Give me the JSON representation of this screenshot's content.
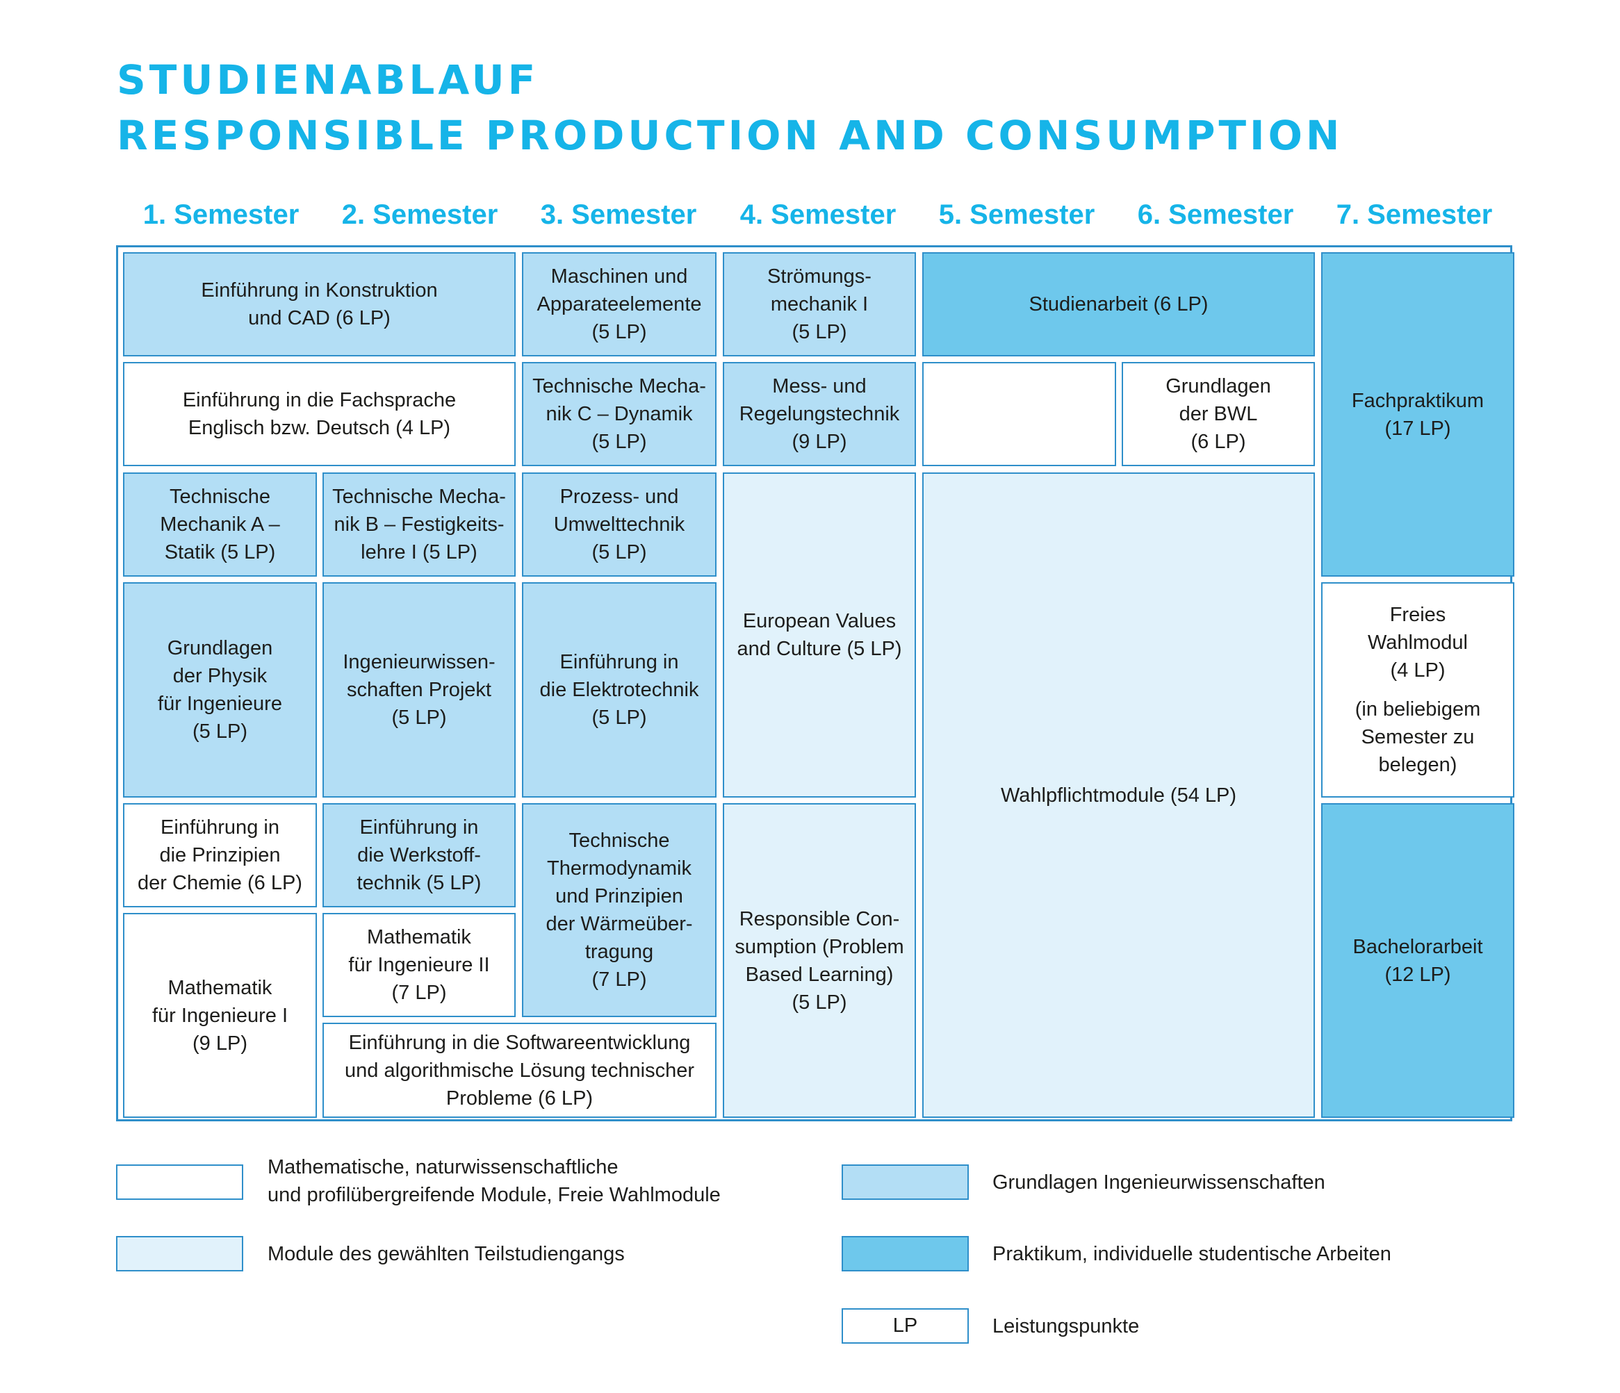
{
  "title_line1": "STUDIENABLAUF",
  "title_line2": "RESPONSIBLE PRODUCTION AND CONSUMPTION",
  "semesters": [
    "1. Semester",
    "2. Semester",
    "3. Semester",
    "4. Semester",
    "5. Semester",
    "6. Semester",
    "7. Semester"
  ],
  "colors": {
    "title": "#16b4e8",
    "border": "#2f8fca",
    "mathematisch_naturwissenschaftlich": "#ffffff",
    "grundlagen_ingenieurwissenschaften": "#b3def5",
    "teilstudiengang": "#e1f2fb",
    "praktikum_arbeiten": "#6ec8ec"
  },
  "modules": {
    "einf_konstruktion": "Einführung in Konstruktion\nund CAD (6 LP)",
    "fachsprache": "Einführung in die Fachsprache\nEnglisch bzw. Deutsch (4 LP)",
    "tm_a": "Technische\nMechanik A –\nStatik (5 LP)",
    "tm_b": "Technische Mecha-\nnik B – Festigkeits-\nlehre I (5 LP)",
    "physik": "Grundlagen\nder Physik\nfür Ingenieure\n(5 LP)",
    "ing_projekt": "Ingenieurwissen-\nschaften Projekt\n(5 LP)",
    "chemie": "Einführung in\ndie Prinzipien\nder Chemie (6 LP)",
    "werkstoff": "Einführung in\ndie Werkstoff-\ntechnik (5 LP)",
    "mathe1": "Mathematik\nfür Ingenieure I\n(9 LP)",
    "mathe2": "Mathematik\nfür Ingenieure II\n(7 LP)",
    "software": "Einführung in die Softwareentwicklung\nund algorithmische Lösung technischer\nProbleme (6 LP)",
    "maschinen": "Maschinen und\nApparateelemente\n(5 LP)",
    "tm_c": "Technische Mecha-\nnik C – Dynamik\n(5 LP)",
    "prozess": "Prozess- und\nUmwelttechnik\n(5 LP)",
    "elektro": "Einführung in\ndie Elektrotechnik\n(5 LP)",
    "thermo": "Technische\nThermodynamik\nund Prinzipien\nder Wärmeüber-\ntragung\n(7 LP)",
    "stroemung": "Strömungs-\nmechanik I\n(5 LP)",
    "mess": "Mess- und\nRegelungstechnik\n(9 LP)",
    "european": "European Values\nand Culture (5 LP)",
    "responsible": "Responsible Con-\nsumption (Problem\nBased Learning)\n(5 LP)",
    "studienarbeit": "Studienarbeit (6 LP)",
    "empty_5": "",
    "bwl": "Grundlagen\nder BWL\n(6 LP)",
    "wahlpflicht": "Wahlpflichtmodule (54 LP)",
    "fachpraktikum": "Fachpraktikum\n(17 LP)",
    "freies": "Freies\nWahlmodul\n(4 LP)",
    "freies_note": "(in beliebigem\nSemester zu\nbelegen)",
    "bachelor": "Bachelorarbeit\n(12 LP)"
  },
  "legend": {
    "white": "Mathematische, naturwissenschaftliche\nund profilübergreifende Module, Freie Wahlmodule",
    "light": "Module des gewählten Teilstudiengangs",
    "medium": "Grundlagen Ingenieurwissenschaften",
    "dark": "Praktikum, individuelle studentische Arbeiten",
    "lp_box": "LP",
    "lp": "Leistungspunkte"
  }
}
